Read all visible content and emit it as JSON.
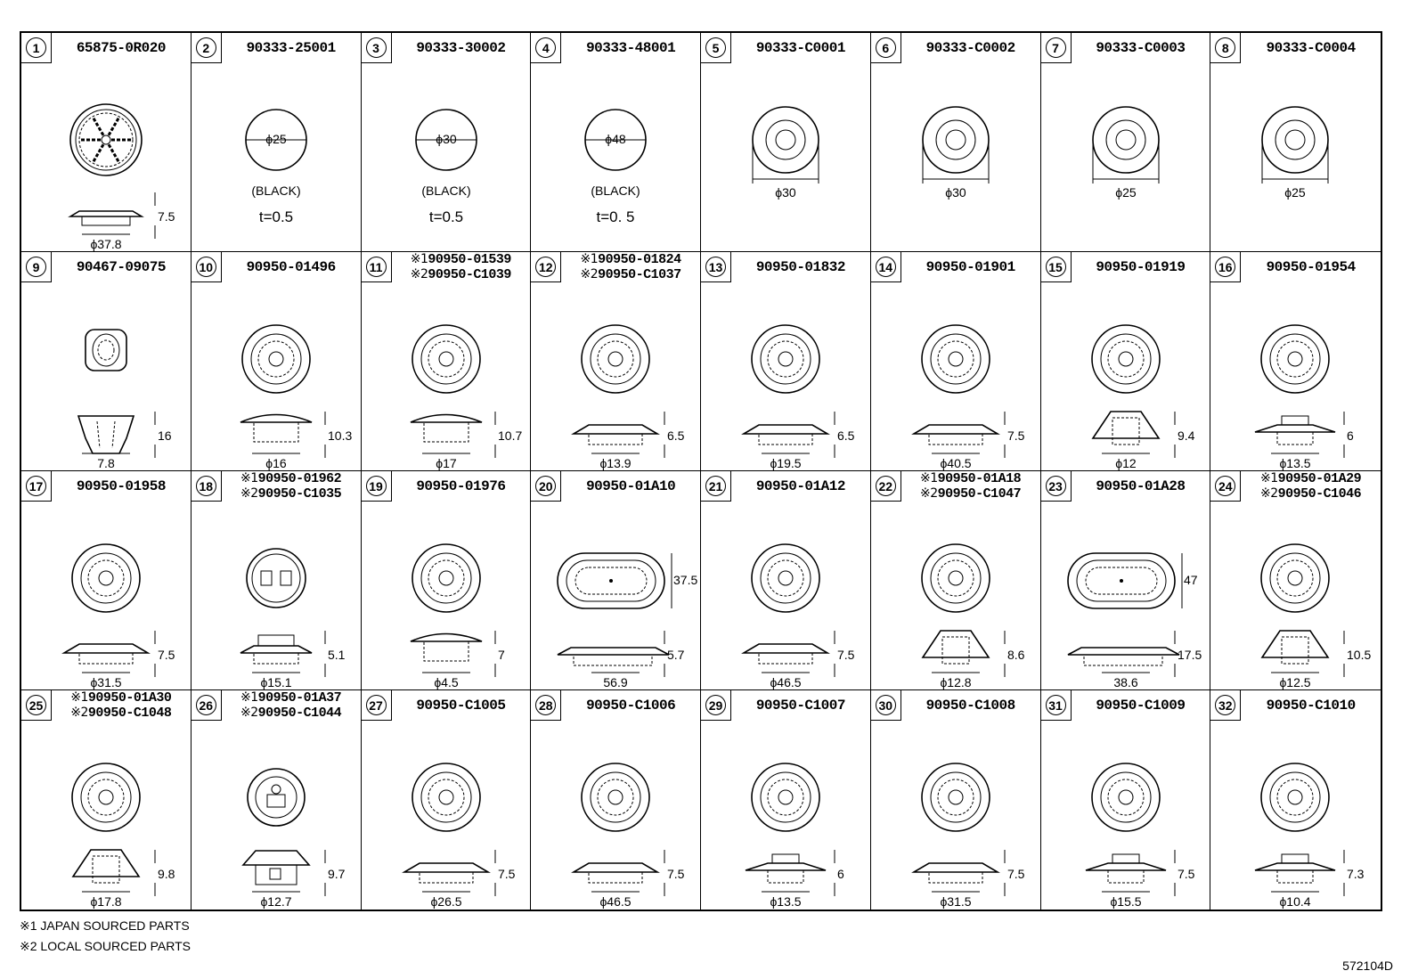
{
  "parts": [
    {
      "index": "1",
      "part_numbers": [
        "65875-0R020"
      ],
      "style": "spoke",
      "dims": {
        "height": "7.5",
        "dia": "ϕ37.8"
      }
    },
    {
      "index": "2",
      "part_numbers": [
        "90333-25001"
      ],
      "style": "plate",
      "dims": {
        "dia": "ϕ25",
        "color": "(BLACK)",
        "thickness": "t=0.5"
      }
    },
    {
      "index": "3",
      "part_numbers": [
        "90333-30002"
      ],
      "style": "plate",
      "dims": {
        "dia": "ϕ30",
        "color": "(BLACK)",
        "thickness": "t=0.5"
      }
    },
    {
      "index": "4",
      "part_numbers": [
        "90333-48001"
      ],
      "style": "plate",
      "dims": {
        "dia": "ϕ48",
        "color": "(BLACK)",
        "thickness": "t=0. 5"
      }
    },
    {
      "index": "5",
      "part_numbers": [
        "90333-C0001"
      ],
      "style": "washer",
      "dims": {
        "dia": "ϕ30"
      }
    },
    {
      "index": "6",
      "part_numbers": [
        "90333-C0002"
      ],
      "style": "washer",
      "dims": {
        "dia": "ϕ30"
      }
    },
    {
      "index": "7",
      "part_numbers": [
        "90333-C0003"
      ],
      "style": "washer",
      "dims": {
        "dia": "ϕ25"
      }
    },
    {
      "index": "8",
      "part_numbers": [
        "90333-C0004"
      ],
      "style": "washer",
      "dims": {
        "dia": "ϕ25"
      }
    },
    {
      "index": "9",
      "part_numbers": [
        "90467-09075"
      ],
      "style": "clip",
      "dims": {
        "height": "16",
        "dia": "7.8"
      }
    },
    {
      "index": "10",
      "part_numbers": [
        "90950-01496"
      ],
      "style": "dome",
      "dims": {
        "height": "10.3",
        "dia": "ϕ16"
      }
    },
    {
      "index": "11",
      "part_numbers": [
        "90950-01539",
        "90950-C1039"
      ],
      "style": "dome",
      "dims": {
        "height": "10.7",
        "dia": "ϕ17"
      }
    },
    {
      "index": "12",
      "part_numbers": [
        "90950-01824",
        "90950-C1037"
      ],
      "style": "flat",
      "dims": {
        "height": "6.5",
        "dia": "ϕ13.9"
      }
    },
    {
      "index": "13",
      "part_numbers": [
        "90950-01832"
      ],
      "style": "flat",
      "dims": {
        "height": "6.5",
        "dia": "ϕ19.5"
      }
    },
    {
      "index": "14",
      "part_numbers": [
        "90950-01901"
      ],
      "style": "flat",
      "dims": {
        "height": "7.5",
        "dia": "ϕ40.5"
      }
    },
    {
      "index": "15",
      "part_numbers": [
        "90950-01919"
      ],
      "style": "tall",
      "dims": {
        "height": "9.4",
        "dia": "ϕ12"
      }
    },
    {
      "index": "16",
      "part_numbers": [
        "90950-01954"
      ],
      "style": "cap",
      "dims": {
        "height": "6",
        "dia": "ϕ13.5"
      }
    },
    {
      "index": "17",
      "part_numbers": [
        "90950-01958"
      ],
      "style": "flat",
      "dims": {
        "height": "7.5",
        "dia": "ϕ31.5"
      }
    },
    {
      "index": "18",
      "part_numbers": [
        "90950-01962",
        "90950-C1035"
      ],
      "style": "slot",
      "dims": {
        "height": "5.1",
        "dia": "ϕ15.1"
      }
    },
    {
      "index": "19",
      "part_numbers": [
        "90950-01976"
      ],
      "style": "dome",
      "dims": {
        "height": "7",
        "dia": "ϕ4.5"
      }
    },
    {
      "index": "20",
      "part_numbers": [
        "90950-01A10"
      ],
      "style": "oval",
      "dims": {
        "height": "5.7",
        "width": "37.5",
        "dia": "56.9"
      }
    },
    {
      "index": "21",
      "part_numbers": [
        "90950-01A12"
      ],
      "style": "flat",
      "dims": {
        "height": "7.5",
        "dia": "ϕ46.5"
      }
    },
    {
      "index": "22",
      "part_numbers": [
        "90950-01A18",
        "90950-C1047"
      ],
      "style": "tall",
      "dims": {
        "height": "8.6",
        "dia": "ϕ12.8"
      }
    },
    {
      "index": "23",
      "part_numbers": [
        "90950-01A28"
      ],
      "style": "oval",
      "dims": {
        "height": "17.5",
        "width": "47",
        "dia": "38.6"
      }
    },
    {
      "index": "24",
      "part_numbers": [
        "90950-01A29",
        "90950-C1046"
      ],
      "style": "tall",
      "dims": {
        "height": "10.5",
        "dia": "ϕ12.5"
      }
    },
    {
      "index": "25",
      "part_numbers": [
        "90950-01A30",
        "90950-C1048"
      ],
      "style": "tall",
      "dims": {
        "height": "9.8",
        "dia": "ϕ17.8"
      }
    },
    {
      "index": "26",
      "part_numbers": [
        "90950-01A37",
        "90950-C1044"
      ],
      "style": "box",
      "dims": {
        "height": "9.7",
        "dia": "ϕ12.7"
      }
    },
    {
      "index": "27",
      "part_numbers": [
        "90950-C1005"
      ],
      "style": "flat",
      "dims": {
        "height": "7.5",
        "dia": "ϕ26.5"
      }
    },
    {
      "index": "28",
      "part_numbers": [
        "90950-C1006"
      ],
      "style": "flat",
      "dims": {
        "height": "7.5",
        "dia": "ϕ46.5"
      }
    },
    {
      "index": "29",
      "part_numbers": [
        "90950-C1007"
      ],
      "style": "cap",
      "dims": {
        "height": "6",
        "dia": "ϕ13.5"
      }
    },
    {
      "index": "30",
      "part_numbers": [
        "90950-C1008"
      ],
      "style": "flat",
      "dims": {
        "height": "7.5",
        "dia": "ϕ31.5"
      }
    },
    {
      "index": "31",
      "part_numbers": [
        "90950-C1009"
      ],
      "style": "cap",
      "dims": {
        "height": "7.5",
        "dia": "ϕ15.5"
      }
    },
    {
      "index": "32",
      "part_numbers": [
        "90950-C1010"
      ],
      "style": "cap",
      "dims": {
        "height": "7.3",
        "dia": "ϕ10.4"
      }
    }
  ],
  "footnotes": {
    "japan": "※1 JAPAN SOURCED PARTS",
    "local": "※2 LOCAL SOURCED PARTS",
    "mark1": "※1",
    "mark2": "※2"
  },
  "figure_id": "572104D"
}
